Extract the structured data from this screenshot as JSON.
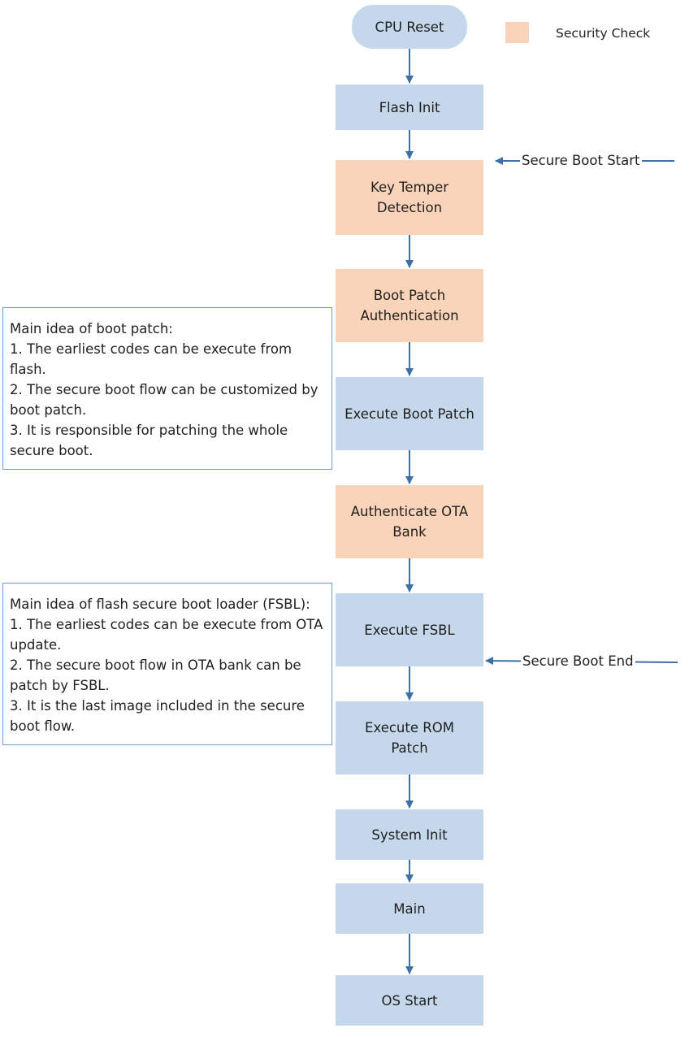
{
  "legend": {
    "label": "Security Check",
    "color": "#f9d4b8"
  },
  "colors": {
    "step": "#c5d7ea",
    "security_step": "#f9d4b8",
    "connector": "#3f6fa3",
    "note_border": "#6f9cc8"
  },
  "steps": [
    {
      "id": "cpu-reset",
      "label": "CPU Reset",
      "kind": "terminal"
    },
    {
      "id": "flash-init",
      "label": "Flash Init",
      "kind": "process"
    },
    {
      "id": "key-temper-detection",
      "label": "Key Temper\nDetection",
      "kind": "security"
    },
    {
      "id": "boot-patch-authentication",
      "label": "Boot Patch\nAuthentication",
      "kind": "security"
    },
    {
      "id": "execute-boot-patch",
      "label": "Execute Boot Patch",
      "kind": "process"
    },
    {
      "id": "authenticate-ota-bank",
      "label": "Authenticate OTA\nBank",
      "kind": "security"
    },
    {
      "id": "execute-fsbl",
      "label": "Execute FSBL",
      "kind": "process"
    },
    {
      "id": "execute-rom-patch",
      "label": "Execute ROM\nPatch",
      "kind": "process"
    },
    {
      "id": "system-init",
      "label": "System Init",
      "kind": "process"
    },
    {
      "id": "main",
      "label": "Main",
      "kind": "process"
    },
    {
      "id": "os-start",
      "label": "OS Start",
      "kind": "process"
    }
  ],
  "markers": {
    "start": "Secure Boot Start",
    "end": "Secure Boot End"
  },
  "notes": {
    "boot_patch": {
      "title": "Main idea of boot patch:",
      "items": [
        "1. The earliest codes can be execute from flash.",
        "2. The secure boot flow can be customized by boot patch.",
        "3. It is responsible for patching the whole secure boot."
      ]
    },
    "fsbl": {
      "title": "Main idea of flash secure boot loader (FSBL):",
      "items": [
        "1. The earliest codes can be execute from OTA update.",
        "2. The secure boot flow in OTA bank can be patch by FSBL.",
        "3. It is the last image included in the secure boot flow."
      ]
    }
  }
}
